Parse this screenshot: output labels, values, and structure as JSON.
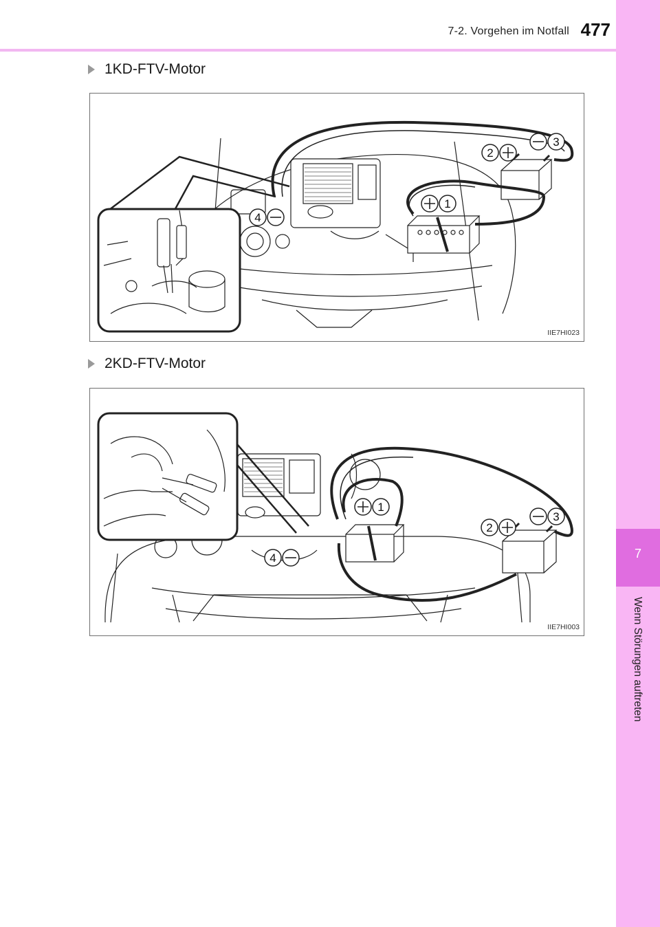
{
  "header": {
    "section": "7-2. Vorgehen im Notfall",
    "page_number": "477"
  },
  "side_tab": {
    "chapter_number": "7",
    "chapter_title": "Wenn Störungen auftreten"
  },
  "figures": [
    {
      "title": "1KD-FTV-Motor",
      "image_code": "IIE7HI023",
      "callouts": [
        "2",
        "3",
        "1",
        "4"
      ]
    },
    {
      "title": "2KD-FTV-Motor",
      "image_code": "IIE7HI003",
      "callouts": [
        "1",
        "2",
        "3",
        "4"
      ]
    }
  ]
}
